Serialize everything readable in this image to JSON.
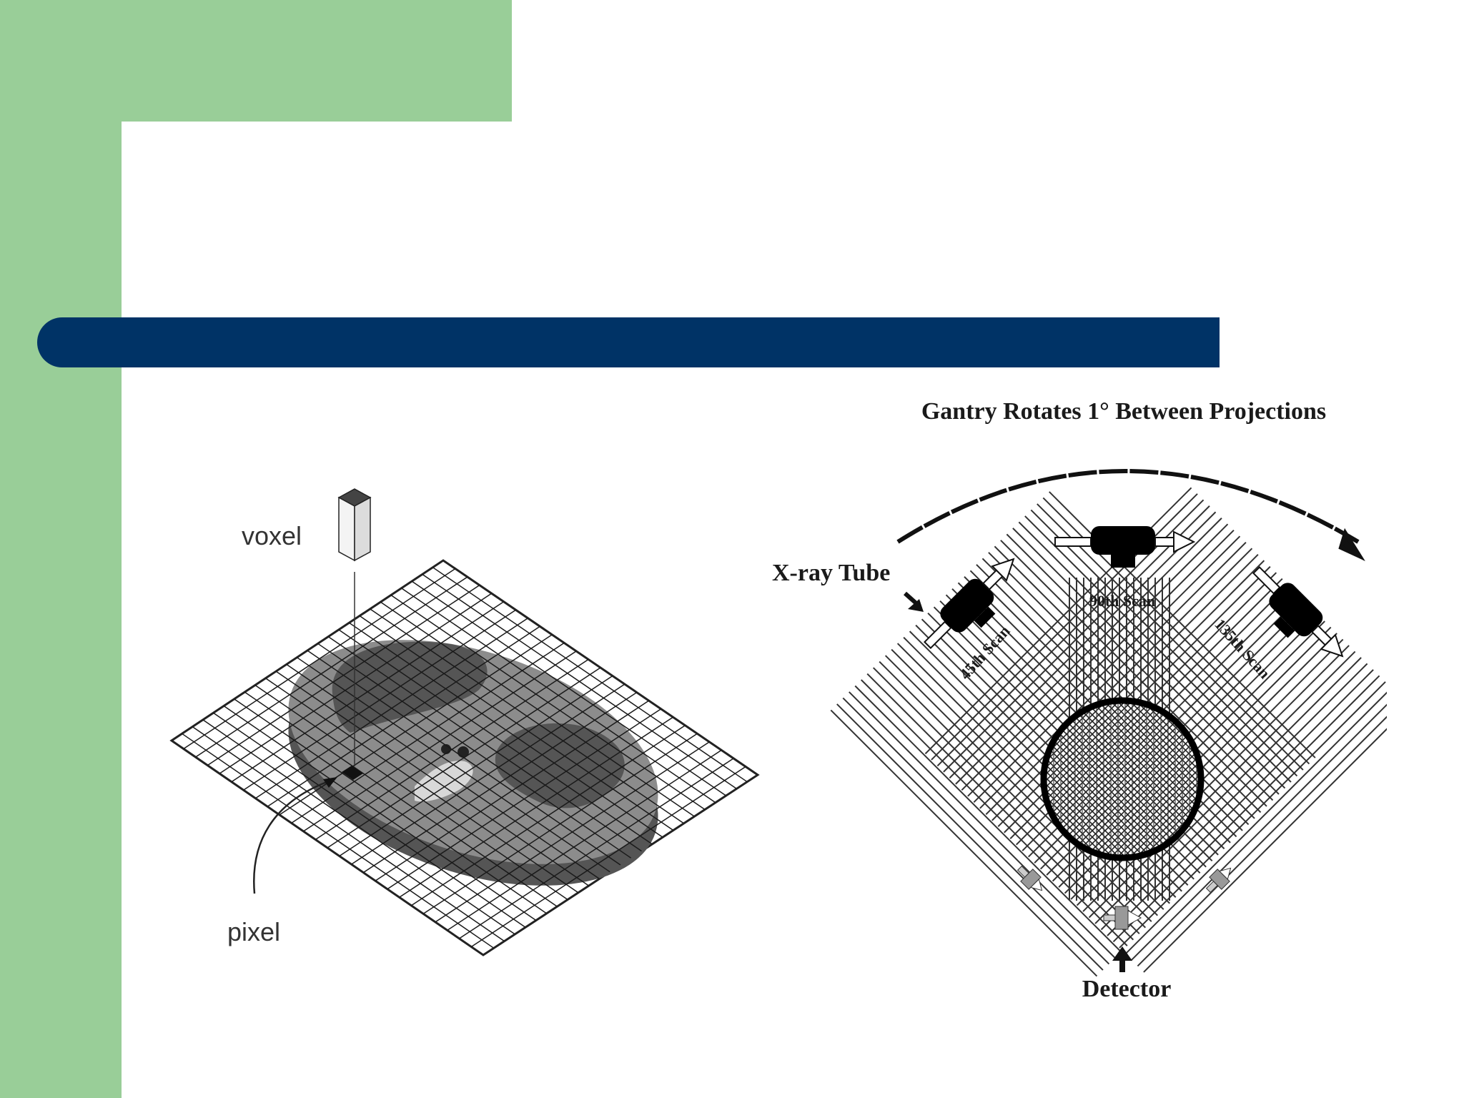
{
  "slide": {
    "colors": {
      "green": "#99ce98",
      "navy": "#003366",
      "white": "#ffffff"
    }
  },
  "voxel_diagram": {
    "voxel_label": "voxel",
    "pixel_label": "pixel"
  },
  "ct_diagram": {
    "title": "Gantry Rotates 1° Between Projections",
    "xray_tube_label": "X-ray Tube",
    "scan_45_label": "45th Scan",
    "scan_90_label": "90th Scan",
    "scan_135_label": "135th Scan",
    "detector_label": "Detector"
  }
}
